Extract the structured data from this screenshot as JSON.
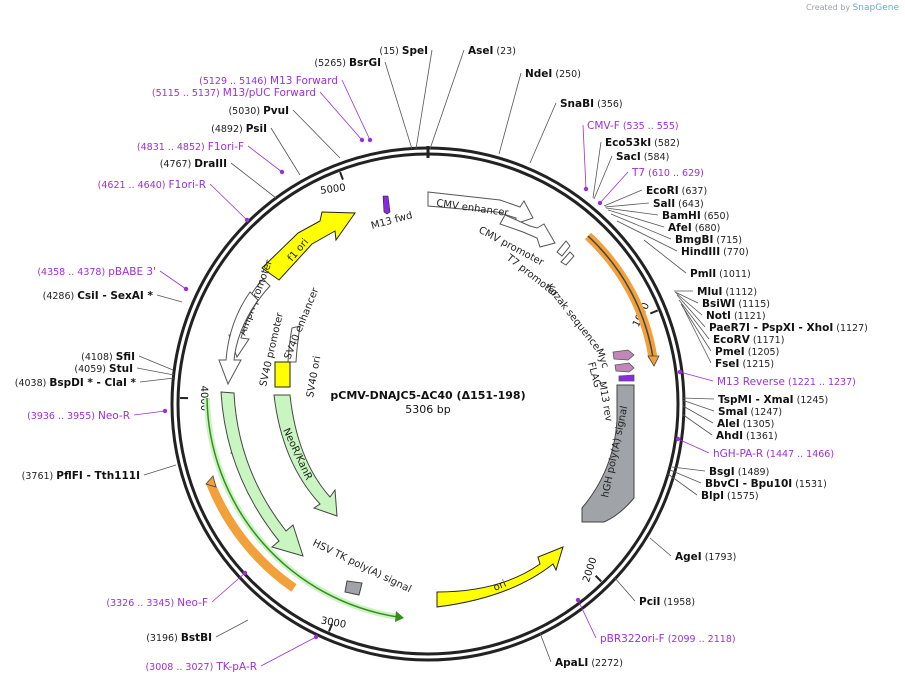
{
  "credit": {
    "prefix": "Created by",
    "brand": "SnapGene"
  },
  "plasmid": {
    "name": "pCMV-DNAJC5-ΔC40 (Δ151-198)",
    "size_label": "5306 bp",
    "total_bp": 5306,
    "ticks": [
      "1000",
      "2000",
      "3000",
      "4000",
      "5000"
    ]
  },
  "colors": {
    "backbone": "#222222",
    "primer": "#9b30d9",
    "ori": "#ffff00",
    "resistance": "#c8f5c0",
    "promoter": "#ffffff",
    "polyA": "#a0a4a8",
    "orf_outline": "#f2a13a",
    "primer_bind": "#c088b8"
  },
  "enzymes": [
    {
      "name": "SpeI",
      "pos": "(15)",
      "side": "left"
    },
    {
      "name": "AseI",
      "pos": "(23)",
      "side": "right"
    },
    {
      "name": "BsrGI",
      "pos": "(5265)",
      "side": "left"
    },
    {
      "name": "NdeI",
      "pos": "(250)",
      "side": "right"
    },
    {
      "name": "SnaBI",
      "pos": "(356)",
      "side": "right"
    },
    {
      "name": "PvuI",
      "pos": "(5030)",
      "side": "left"
    },
    {
      "name": "PsiI",
      "pos": "(4892)",
      "side": "left"
    },
    {
      "name": "Eco53kI",
      "pos": "(582)",
      "side": "right"
    },
    {
      "name": "SacI",
      "pos": "(584)",
      "side": "right"
    },
    {
      "name": "DraIII",
      "pos": "(4767)",
      "side": "left"
    },
    {
      "name": "EcoRI",
      "pos": "(637)",
      "side": "right"
    },
    {
      "name": "SalI",
      "pos": "(643)",
      "side": "right"
    },
    {
      "name": "BamHI",
      "pos": "(650)",
      "side": "right"
    },
    {
      "name": "AfeI",
      "pos": "(680)",
      "side": "right"
    },
    {
      "name": "BmgBI",
      "pos": "(715)",
      "side": "right"
    },
    {
      "name": "HindIII",
      "pos": "(770)",
      "side": "right"
    },
    {
      "name": "PmlI",
      "pos": "(1011)",
      "side": "right"
    },
    {
      "name": "CsiI  -  SexAI *",
      "pos": "(4286)",
      "side": "left"
    },
    {
      "name": "MluI",
      "pos": "(1112)",
      "side": "right"
    },
    {
      "name": "BsiWI",
      "pos": "(1115)",
      "side": "right"
    },
    {
      "name": "NotI",
      "pos": "(1121)",
      "side": "right"
    },
    {
      "name": "PaeR7I  -  PspXI  -  XhoI",
      "pos": "(1127)",
      "side": "right"
    },
    {
      "name": "EcoRV",
      "pos": "(1171)",
      "side": "right"
    },
    {
      "name": "PmeI",
      "pos": "(1205)",
      "side": "right"
    },
    {
      "name": "FseI",
      "pos": "(1215)",
      "side": "right"
    },
    {
      "name": "SfiI",
      "pos": "(4108)",
      "side": "left"
    },
    {
      "name": "StuI",
      "pos": "(4059)",
      "side": "left"
    },
    {
      "name": "BspDI *  -  ClaI *",
      "pos": "(4038)",
      "side": "left"
    },
    {
      "name": "TspMI  -  XmaI",
      "pos": "(1245)",
      "side": "right"
    },
    {
      "name": "SmaI",
      "pos": "(1247)",
      "side": "right"
    },
    {
      "name": "AleI",
      "pos": "(1305)",
      "side": "right"
    },
    {
      "name": "AhdI",
      "pos": "(1361)",
      "side": "right"
    },
    {
      "name": "PflFI  -  Tth111I",
      "pos": "(3761)",
      "side": "left"
    },
    {
      "name": "BsgI",
      "pos": "(1489)",
      "side": "right"
    },
    {
      "name": "BbvCI  -  Bpu10I",
      "pos": "(1531)",
      "side": "right"
    },
    {
      "name": "BlpI",
      "pos": "(1575)",
      "side": "right"
    },
    {
      "name": "AgeI",
      "pos": "(1793)",
      "side": "right"
    },
    {
      "name": "PciI",
      "pos": "(1958)",
      "side": "right"
    },
    {
      "name": "BstBI",
      "pos": "(3196)",
      "side": "left"
    },
    {
      "name": "ApaLI",
      "pos": "(2272)",
      "side": "right"
    }
  ],
  "primers": [
    {
      "name": "M13 Forward",
      "range": "(5129 .. 5146)",
      "side": "left"
    },
    {
      "name": "M13/pUC Forward",
      "range": "(5115 .. 5137)",
      "side": "left"
    },
    {
      "name": "F1ori-F",
      "range": "(4831 .. 4852)",
      "side": "left"
    },
    {
      "name": "F1ori-R",
      "range": "(4621 .. 4640)",
      "side": "left"
    },
    {
      "name": "CMV-F",
      "range": "(535 .. 555)",
      "side": "right"
    },
    {
      "name": "T7",
      "range": "(610 .. 629)",
      "side": "right"
    },
    {
      "name": "pBABE 3'",
      "range": "(4358 .. 4378)",
      "side": "left"
    },
    {
      "name": "M13 Reverse",
      "range": "(1221 .. 1237)",
      "side": "right"
    },
    {
      "name": "Neo-R",
      "range": "(3936 .. 3955)",
      "side": "left"
    },
    {
      "name": "hGH-PA-R",
      "range": "(1447 .. 1466)",
      "side": "right"
    },
    {
      "name": "Neo-F",
      "range": "(3326 .. 3345)",
      "side": "left"
    },
    {
      "name": "pBR322ori-F",
      "range": "(2099 .. 2118)",
      "side": "right"
    },
    {
      "name": "TK-pA-R",
      "range": "(3008 .. 3027)",
      "side": "left"
    }
  ],
  "features": {
    "cmv_enhancer": "CMV enhancer",
    "cmv_promoter": "CMV promoter",
    "t7_promoter": "T7 promoter",
    "kozak": "Kozak sequence",
    "myc": "Myc",
    "flag": "FLAG",
    "m13_rev": "M13 rev",
    "hgh_polya": "hGH poly(A) signal",
    "m13_fwd": "M13 fwd",
    "f1_ori": "f1 ori",
    "ampr_promoter": "AmpR promoter",
    "sv40_promoter": "SV40 promoter",
    "sv40_enhancer": "SV40 enhancer",
    "sv40_ori": "SV40 ori",
    "neokanr_inner": "NeoR/KanR",
    "neokanr_outer": "NeoR/KanR",
    "hsv_tk_polya": "HSV TK poly(A) signal",
    "ori": "ori"
  }
}
